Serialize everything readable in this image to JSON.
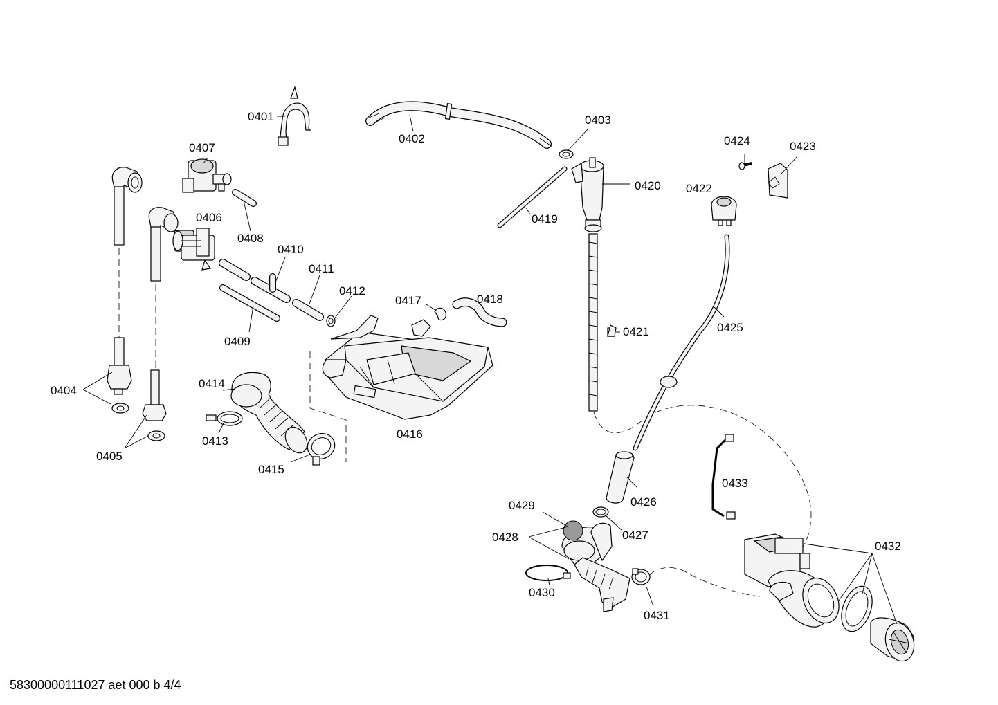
{
  "doc_ref": "58300000111027 aet 000 b 4/4",
  "callouts": {
    "p0401": "0401",
    "p0402": "0402",
    "p0403": "0403",
    "p0404": "0404",
    "p0405": "0405",
    "p0406": "0406",
    "p0407": "0407",
    "p0408": "0408",
    "p0409": "0409",
    "p0410": "0410",
    "p0411": "0411",
    "p0412": "0412",
    "p0413": "0413",
    "p0414": "0414",
    "p0415": "0415",
    "p0416": "0416",
    "p0417": "0417",
    "p0418": "0418",
    "p0419": "0419",
    "p0420": "0420",
    "p0421": "0421",
    "p0422": "0422",
    "p0423": "0423",
    "p0424": "0424",
    "p0425": "0425",
    "p0426": "0426",
    "p0427": "0427",
    "p0428": "0428",
    "p0429": "0429",
    "p0430": "0430",
    "p0431": "0431",
    "p0432": "0432",
    "p0433": "0433"
  }
}
